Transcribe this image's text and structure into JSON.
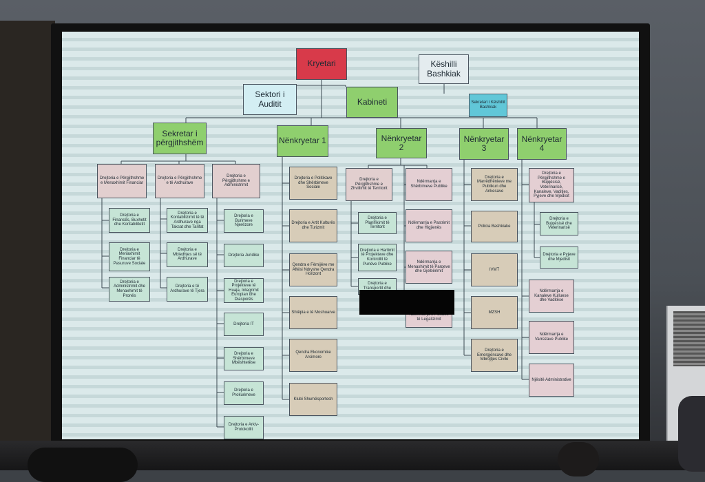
{
  "org_chart": {
    "top": {
      "kryetari": "Kryetari",
      "keshilli": "Këshilli Bashkiak",
      "sektori_auditit": "Sektori i Auditit",
      "kabineti": "Kabineti",
      "sekretari_keshillit": "Sekretari i Këshillit Bashkiak"
    },
    "branches": {
      "sekretar": "Sekretar i përgjithshëm",
      "n1": "Nënkryetar 1",
      "n2": "Nënkryetar 2",
      "n3": "Nënkryetar 3",
      "n4": "Nënkryetar 4"
    },
    "sekretar_units": {
      "d_financiar": "Drejtoria e Përgjithshme e Menaxhimit Financiar",
      "d_ardhurave": "Drejtoria e Përgjithshme e të Ardhurave",
      "d_administrimit": "Drejtoria e Përgjithshme e Administrimit",
      "financiar_subs": [
        "Drejtoria e Financës, Buxhetit dhe Kontabilitetit",
        "Drejtoria e Menaxhimit Financiar të Pasuruve Sociale",
        "Drejtoria e Administrimit dhe Menaxhimit të Pronës"
      ],
      "ardhurave_subs": [
        "Drejtoria e Kontabilizimit të të Ardhurave nga Taksat dhe Tarifat",
        "Drejtoria e Mbledhjes së të Ardhurave",
        "Drejtoria e të Ardhurave të Tjera"
      ],
      "administrimit_subs": [
        "Drejtoria e Burimeve Njerëzore",
        "Drejtoria Juridike",
        "Drejtoria e Projekteve të Huaja, Integrimit Europian dhe Diasporës",
        "Drejtoria IT",
        "Drejtoria e Shërbimeve Mbështetëse",
        "Drejtoria e Prokurimeve",
        "Drejtoria e Arkiv-Protokollit"
      ]
    },
    "n1_units": [
      "Drejtoria e Politikave dhe Shërbimeve Sociale",
      "Drejtoria e Artit Kulturës dhe Turizmit",
      "Qendra e Fëmijëve me Aftësi Ndryshe Qendra Horizont",
      "Shtëpia e të Moshuarve",
      "Qendra Ekonomike Arsimore",
      "Klubi Shumësportesh"
    ],
    "n2_units": {
      "d_zhvillimit": "Drejtoria e Përgjithshme e Zhvillimit të Territorit",
      "zhvillimit_subs": [
        "Drejtoria e Planifikimit të Territorit",
        "Drejtoria e Hartimit të Projekteve dhe Kontrollit të Punëve Publike",
        "Drejtoria e Transportit dhe"
      ],
      "ndermarrjet": [
        "Ndërmarrja e Shërbimeve Publike",
        "Ndërmarrja e Pastrimit dhe Higjienës",
        "Ndërmarrja e Menaxhimit të Parqeve dhe Gjelbërimit",
        "Ndërmarrja e Policisë të Legalizimit"
      ]
    },
    "n3_units": [
      "Drejtoria e Marrëdhënieve me Publikun dhe Ankesave",
      "Policia Bashkiake",
      "IVMT",
      "MZSH",
      "Drejtoria e Emergjencave dhe Mbrojtjes Civile"
    ],
    "n4_units": {
      "d_bujqesise": "Drejtoria e Përgjithshme e Bujqësisë, Veterinarisë, Kanaleve, Vaditjes, Pyjeve dhe Mjedisit",
      "bujqesise_subs": [
        "Drejtoria e Bujqësisë dhe Veterinarisë",
        "Drejtoria e Pyjeve dhe Mjedisit"
      ],
      "others": [
        "Ndërmarrja e Kanaleve Kulluese dhe Vaditëse",
        "Ndërmarrja e Varrezave Publike",
        "Njësitë Administrative"
      ]
    }
  }
}
